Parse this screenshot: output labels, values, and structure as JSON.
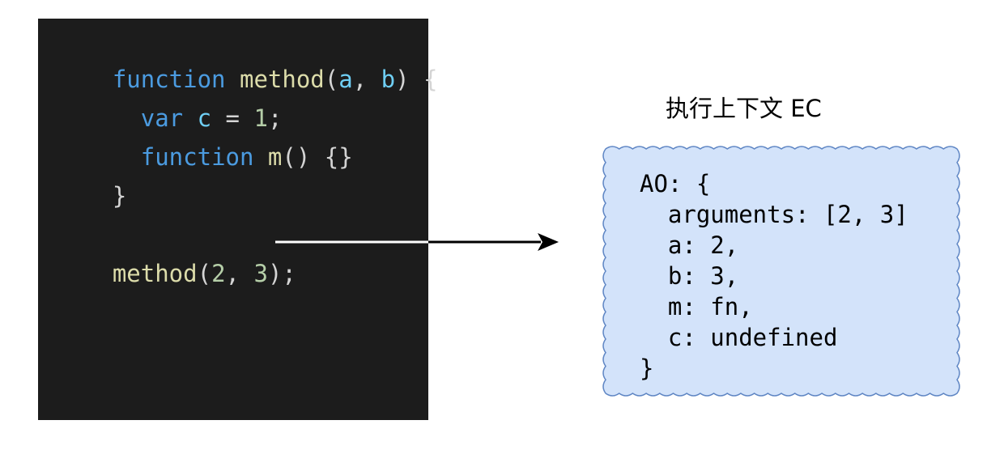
{
  "colors": {
    "panel_bg": "#1c1c1c",
    "keyword": "#4b9be0",
    "function_name": "#dcdcaa",
    "param": "#6fcff5",
    "number": "#b5cea8",
    "punct": "#d4d4d4",
    "cloud_fill": "#d3e3fa",
    "cloud_stroke": "#5f86c4"
  },
  "code": {
    "line1": [
      "function",
      " ",
      "method",
      "(",
      "a",
      ", ",
      "b",
      ") {"
    ],
    "line2": [
      "  ",
      "var",
      " ",
      "c",
      " = ",
      "1",
      ";"
    ],
    "line3": [
      "  ",
      "function",
      " ",
      "m",
      "() {}"
    ],
    "line4": [
      "}"
    ],
    "line5": [
      "method",
      "(",
      "2",
      ", ",
      "3",
      ");"
    ]
  },
  "ec": {
    "title": "执行上下文 EC",
    "ao_lines": [
      "AO: {",
      "  arguments: [2, 3]",
      "  a: 2,",
      "  b: 3,",
      "  m: fn,",
      "  c: undefined",
      "}"
    ]
  }
}
